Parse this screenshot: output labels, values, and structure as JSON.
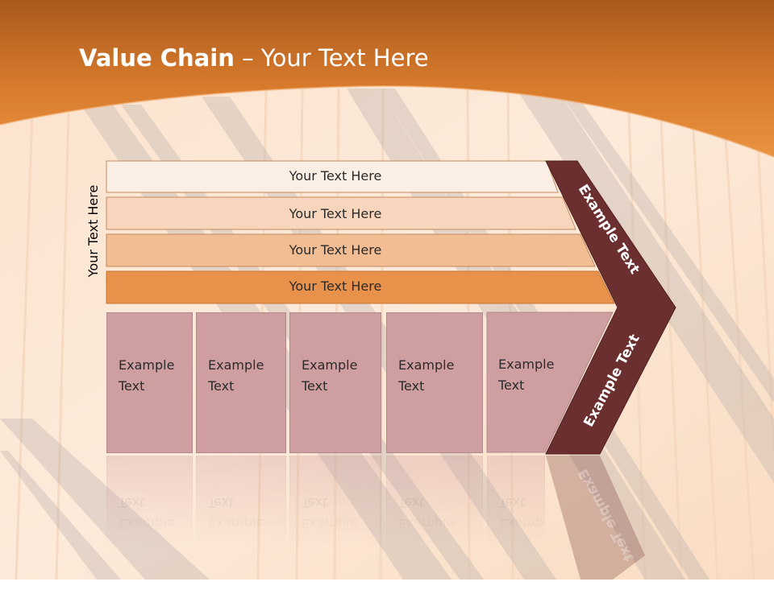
{
  "slide": {
    "title_bold": "Value Chain",
    "title_rest": "– Your Text Here",
    "side_label": "Your Text Here"
  },
  "bars": [
    {
      "label": "Your Text Here",
      "color": "#fbeee4"
    },
    {
      "label": "Your Text Here",
      "color": "#f7d6bd"
    },
    {
      "label": "Your Text Here",
      "color": "#f2bd93"
    },
    {
      "label": "Your Text Here",
      "color": "#e8914a"
    }
  ],
  "boxes": [
    {
      "line1": "Example",
      "line2": "Text"
    },
    {
      "line1": "Example",
      "line2": "Text"
    },
    {
      "line1": "Example",
      "line2": "Text"
    },
    {
      "line1": "Example",
      "line2": "Text"
    },
    {
      "line1": "Example",
      "line2": "Text"
    }
  ],
  "chevron": {
    "upper_label": "Example Text",
    "lower_label": "Example Text",
    "color": "#6b2f2f"
  },
  "colors": {
    "header_orange": "#e0842f",
    "background_peach": "#fbe0c6",
    "box_rose": "#cf9ea0"
  }
}
